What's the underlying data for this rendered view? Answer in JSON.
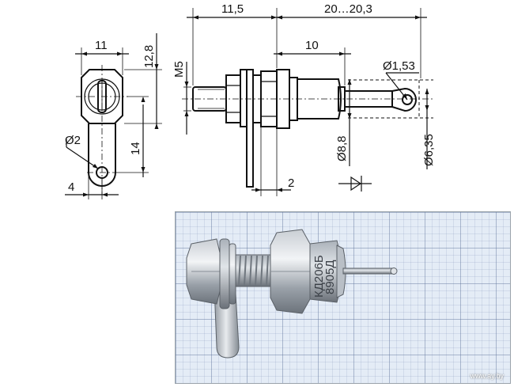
{
  "dimensions": {
    "hex_width": "11",
    "hex_height": "12,8",
    "lug_length": "14",
    "hole_diameter": "Ø2",
    "lug_offset": "4",
    "thread": "M5",
    "body_length": "11,5",
    "lead_length": "20…20,3",
    "cap_length": "10",
    "lead_hole_diameter": "Ø1,53",
    "cap_diameter": "Ø8,8",
    "lead_diameter": "Ø6,35",
    "washer_thickness": "2"
  },
  "photo": {
    "marking_line1": "КД206Б",
    "marking_line2": "8905Д",
    "watermark": "www.ay.by"
  },
  "icons": [
    "diode-symbol-icon"
  ]
}
